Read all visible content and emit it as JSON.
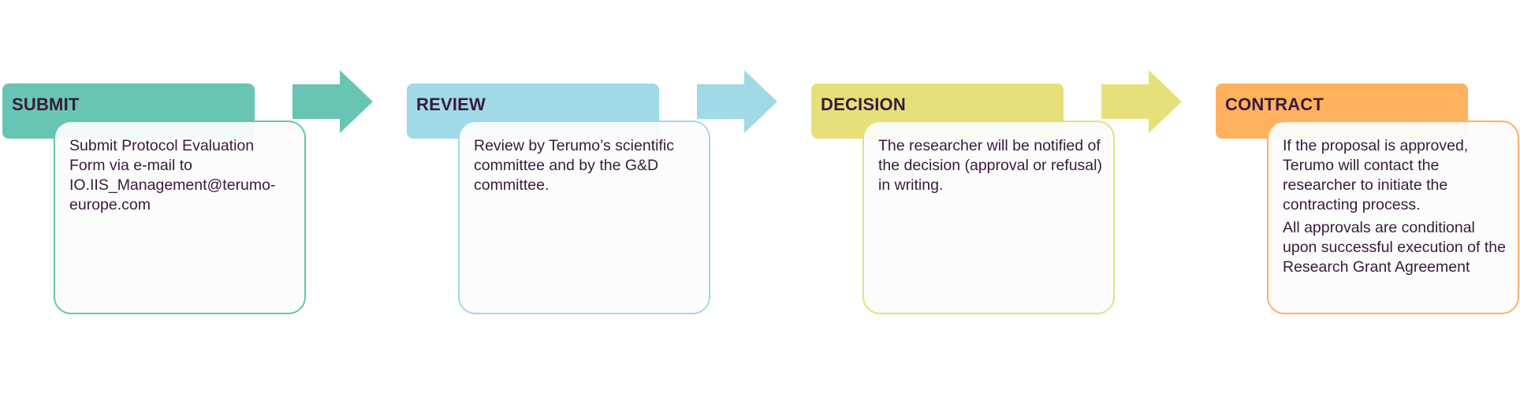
{
  "steps": [
    {
      "title": "SUBMIT",
      "color": "#68c5b3",
      "text": [
        "Submit Protocol Evaluation Form via e-mail to IO.IIS_Management@terumo-europe.com"
      ],
      "has_arrow": true
    },
    {
      "title": "REVIEW",
      "color": "#a0dae6",
      "text": [
        "Review by Terumo’s scientific committee and by the G&D committee."
      ],
      "has_arrow": true
    },
    {
      "title": "DECISION",
      "color": "#e6e07a",
      "text": [
        "The researcher will be notified of the decision (approval or refusal) in writing."
      ],
      "has_arrow": true
    },
    {
      "title": "CONTRACT",
      "color": "#ffb15e",
      "text": [
        "If the proposal is approved, Terumo will contact the researcher to initiate the contracting process.",
        "All approvals are conditional upon successful execution of the Research Grant Agreement"
      ],
      "has_arrow": false
    }
  ]
}
